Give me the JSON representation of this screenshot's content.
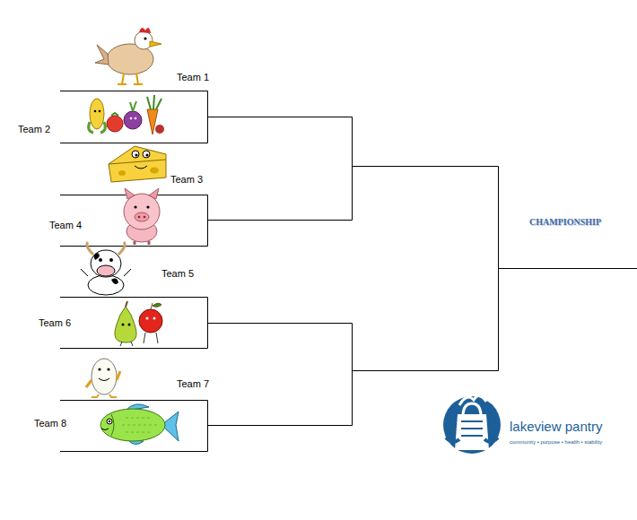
{
  "diagram": {
    "labels": [
      "Team 1",
      "Team 2",
      "Team 3",
      "Team 4",
      "Team 5",
      "Team 6",
      "Team 7",
      "Team 8",
      "CHAMPIONSHIP",
      "lakeview pantry",
      "community • purpose • health • stability"
    ]
  }
}
